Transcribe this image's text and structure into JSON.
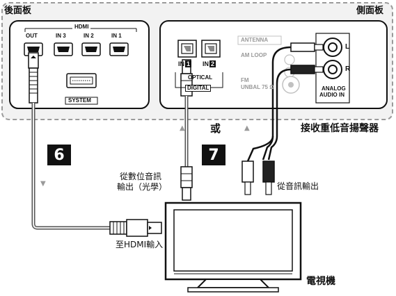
{
  "panels": {
    "rear_title": "後面板",
    "side_title": "側面板"
  },
  "rear_panel": {
    "hdmi_header": "HDMI",
    "ports": [
      "OUT",
      "IN 3",
      "IN 2",
      "IN 1"
    ],
    "system_label": "SYSTEM"
  },
  "side_panel": {
    "optical_inputs": [
      "IN",
      "IN"
    ],
    "optical_numbers": [
      "1",
      "2"
    ],
    "optical_label": "OPTICAL",
    "digital_label": "DIGITAL",
    "antenna_label": "ANTENNA",
    "am_loop_label": "AM LOOP",
    "fm_label": "FM",
    "fm_sub_label": "UNBAL 75 Ω",
    "analog_l": "L",
    "analog_r": "R",
    "analog_label_1": "ANALOG",
    "analog_label_2": "AUDIO IN"
  },
  "captions": {
    "subwoofer": "接收重低音揚聲器",
    "or": "或",
    "step_6": "6",
    "step_7": "7",
    "digital_out_line1": "從數位音訊",
    "digital_out_line2": "輸出（光學）",
    "analog_out": "從音訊輸出",
    "to_hdmi_in": "至HDMI輸入",
    "tv": "電視機"
  }
}
